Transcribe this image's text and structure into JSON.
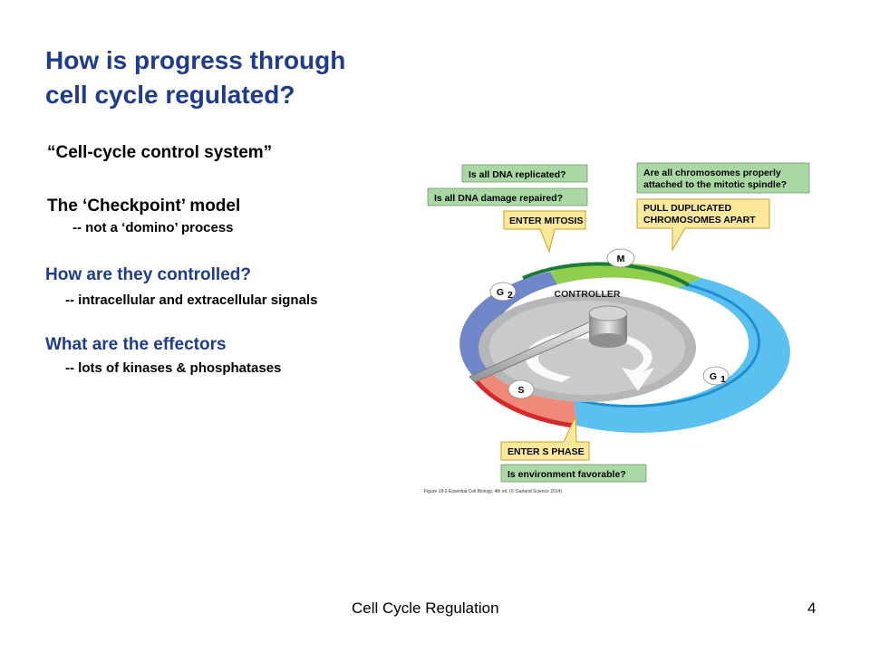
{
  "slide": {
    "title_line1": "How is progress through",
    "title_line2": "cell cycle regulated?",
    "subtitle": "“Cell-cycle control system”",
    "checkpoint_heading": "The ‘Checkpoint’ model",
    "checkpoint_note": "-- not a ‘domino’ process",
    "controlled_heading": "How are they controlled?",
    "controlled_note": "-- intracellular and extracellular signals",
    "effectors_heading": "What are the effectors",
    "effectors_note": "-- lots of kinases & phosphatases"
  },
  "diagram": {
    "boxes": {
      "dna_replicated": "Is all DNA replicated?",
      "dna_damage": "Is all DNA damage repaired?",
      "enter_mitosis": "ENTER MITOSIS",
      "chromosomes_line1": "Are all chromosomes properly",
      "chromosomes_line2": "attached to the mitotic spindle?",
      "pull_line1": "PULL DUPLICATED",
      "pull_line2": "CHROMOSOMES APART",
      "enter_s_phase": "ENTER S PHASE",
      "environment": "Is environment favorable?"
    },
    "phases": {
      "m": "M",
      "g2": "G",
      "g2_sub": "2",
      "g1": "G",
      "g1_sub": "1",
      "s": "S"
    },
    "controller": "CONTROLLER",
    "caption": "Figure 18-3  Essential Cell Biology, 4th ed. (© Garland Science 2014)",
    "colors": {
      "m_phase": "#8fce4a",
      "g1_phase": "#5bc0f0",
      "s_phase": "#f08a78",
      "g2_phase": "#6f86c8",
      "yes_box": "#fbe89a",
      "question_box": "#a9d8a4",
      "controller": "#b5b7b8"
    }
  },
  "footer": {
    "title": "Cell Cycle Regulation",
    "page": "4"
  }
}
